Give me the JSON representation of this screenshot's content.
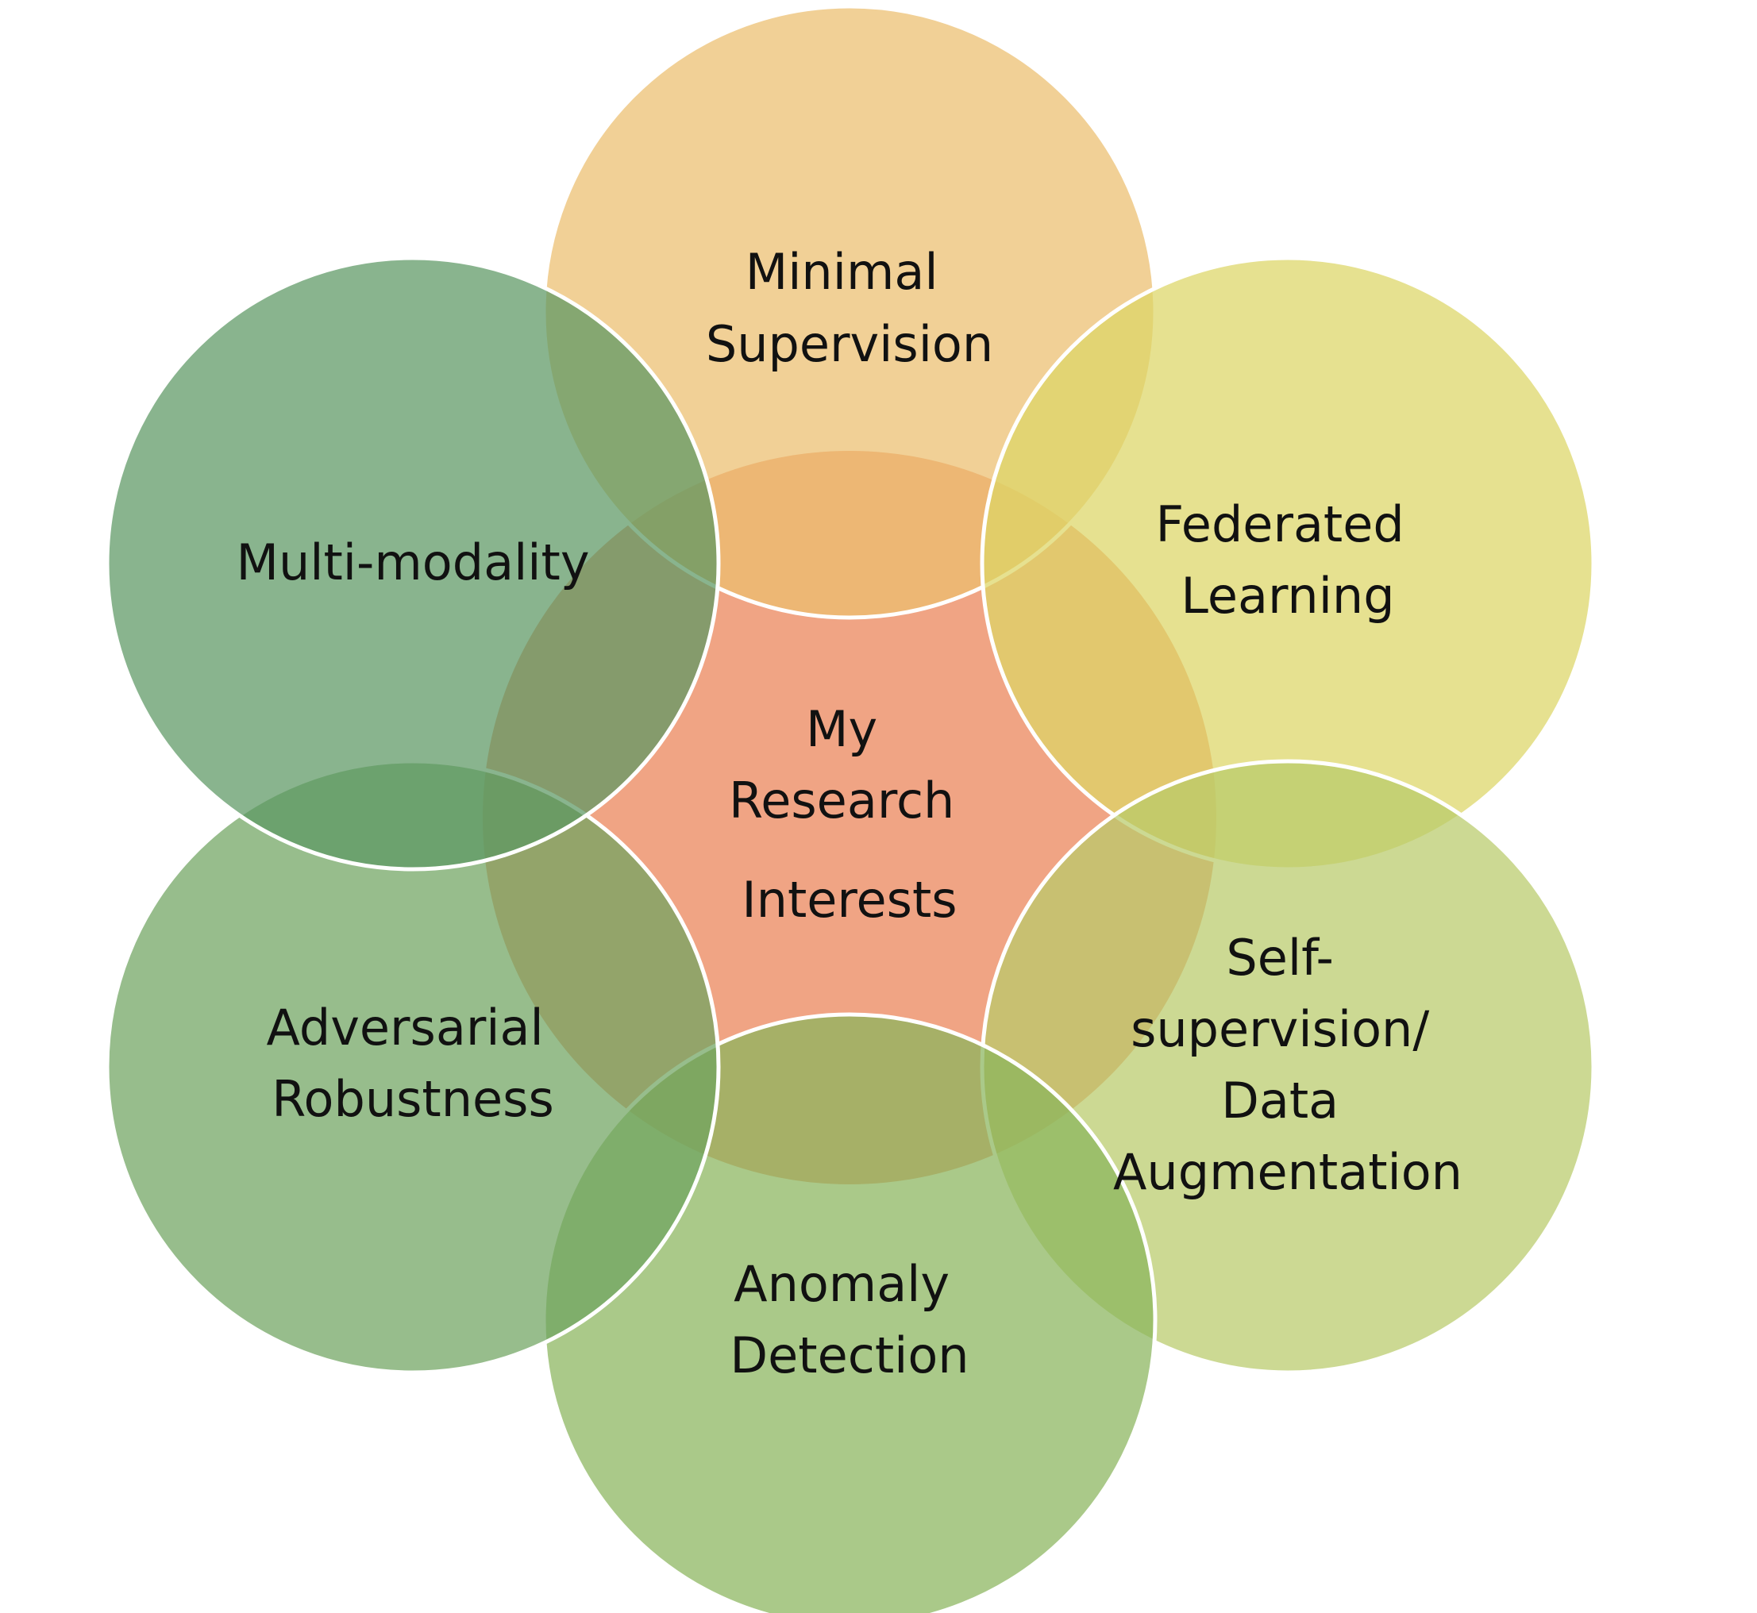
{
  "center": {
    "lines": [
      "My",
      "Research",
      "Interests"
    ],
    "color": "#F0A484"
  },
  "petals": [
    {
      "id": "minimal-supervision",
      "lines": [
        "Minimal",
        "Supervision"
      ],
      "color": "#EBBE6E"
    },
    {
      "id": "federated-learning",
      "lines": [
        "Federated",
        "Learning"
      ],
      "color": "#DCD565"
    },
    {
      "id": "self-supervision",
      "lines": [
        "Self-",
        "supervision/",
        "Data",
        "Augmentation"
      ],
      "color": "#B8CB6A"
    },
    {
      "id": "anomaly-detection",
      "lines": [
        "Anomaly",
        "Detection"
      ],
      "color": "#89B45C"
    },
    {
      "id": "adversarial-robustness",
      "lines": [
        "Adversarial",
        "Robustness"
      ],
      "color": "#6FA35F"
    },
    {
      "id": "multi-modality",
      "lines": [
        "Multi-modality"
      ],
      "color": "#5C9763"
    }
  ],
  "outline_color": "#FFFFFF"
}
